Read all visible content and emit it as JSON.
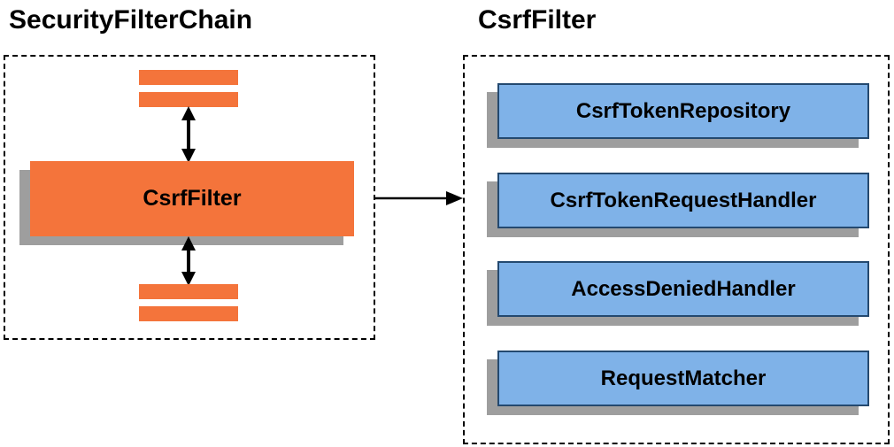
{
  "diagram": {
    "left": {
      "title": "SecurityFilterChain",
      "filter_box_label": "CsrfFilter"
    },
    "right": {
      "title": "CsrfFilter",
      "components": [
        {
          "label": "CsrfTokenRepository"
        },
        {
          "label": "CsrfTokenRequestHandler"
        },
        {
          "label": "AccessDeniedHandler"
        },
        {
          "label": "RequestMatcher"
        }
      ]
    }
  },
  "icons": {
    "top_arrow": "bidirectional-arrow",
    "bottom_arrow": "bidirectional-arrow",
    "link_arrow": "right-arrow"
  },
  "colors": {
    "orange": "#F4743B",
    "blue_fill": "#7FB2E8",
    "blue_border": "#24496F",
    "shadow": "#9E9E9E"
  }
}
